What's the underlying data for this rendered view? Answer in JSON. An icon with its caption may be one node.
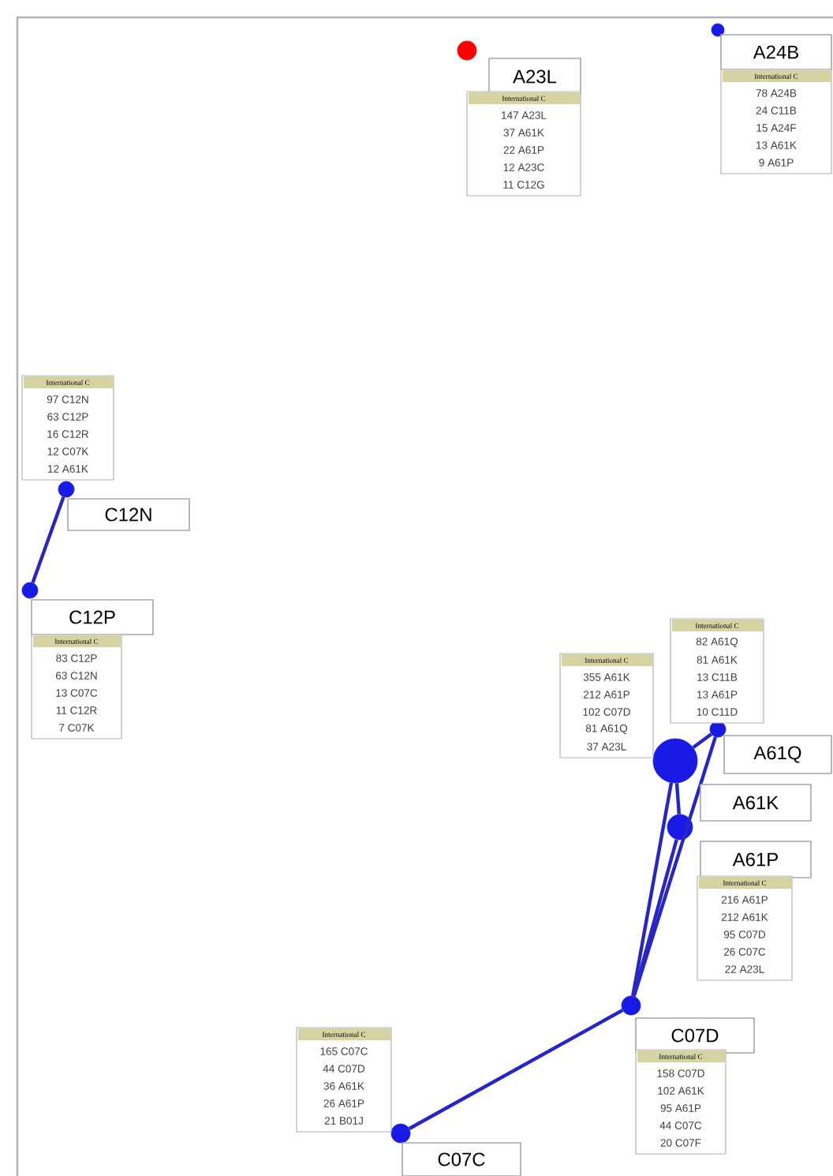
{
  "diagram": {
    "nodes": [
      {
        "text": [],
        "shape": "circle",
        "beside": [
          "A23L",
          "International C",
          "147 A23L",
          "37 A61K",
          "22 A61P",
          "12 A23C",
          "11 C12G"
        ]
      },
      {
        "text": [],
        "shape": "circle",
        "beside": [
          "A24B",
          "International C",
          "78 A24B",
          "24 C11B",
          "15 A24F",
          "13 A61K",
          "9 A61P"
        ]
      },
      {
        "text": [],
        "shape": "circle",
        "beside": [
          "C12N",
          "International C",
          "97 C12N",
          "63 C12P",
          "16 C12R",
          "12 C07K",
          "12 A61K"
        ]
      },
      {
        "text": [],
        "shape": "circle",
        "beside": [
          "C12P",
          "International C",
          "83 C12P",
          "63 C12N",
          "13 C07C",
          "11 C12R",
          "7 C07K"
        ]
      },
      {
        "text": [],
        "shape": "circle",
        "beside": [
          "A61Q",
          "International C",
          "82 A61Q",
          "81 A61K",
          "13 C11B",
          "13 A61P",
          "10 C11D"
        ]
      },
      {
        "text": [],
        "shape": "circle",
        "beside": [
          "A61K",
          "International C",
          "355 A61K",
          "212 A61P",
          "102 C07D",
          "81 A61Q",
          "37 A23L"
        ]
      },
      {
        "text": [],
        "shape": "circle",
        "beside": [
          "A61P",
          "International C",
          "216 A61P",
          "212 A61K",
          "95 C07D",
          "26 C07C",
          "22 A23L"
        ]
      },
      {
        "text": [],
        "shape": "circle",
        "beside": [
          "C07D",
          "International C",
          "158 C07D",
          "102 A61K",
          "95 A61P",
          "44 C07C",
          "20 C07F"
        ]
      },
      {
        "text": [],
        "shape": "circle",
        "beside": [
          "C07C",
          "International C",
          "165 C07C",
          "44 C07D",
          "36 A61K",
          "26 A61P",
          "21 B01J"
        ]
      }
    ],
    "edges": [
      {
        "from": 2,
        "to": 3,
        "arrow": "none"
      },
      {
        "from": 4,
        "to": 5,
        "arrow": "none"
      },
      {
        "from": 5,
        "to": 6,
        "arrow": "none"
      },
      {
        "from": 4,
        "to": 7,
        "arrow": "none"
      },
      {
        "from": 5,
        "to": 7,
        "arrow": "none"
      },
      {
        "from": 6,
        "to": 7,
        "arrow": "none"
      },
      {
        "from": 7,
        "to": 8,
        "arrow": "none"
      }
    ]
  }
}
